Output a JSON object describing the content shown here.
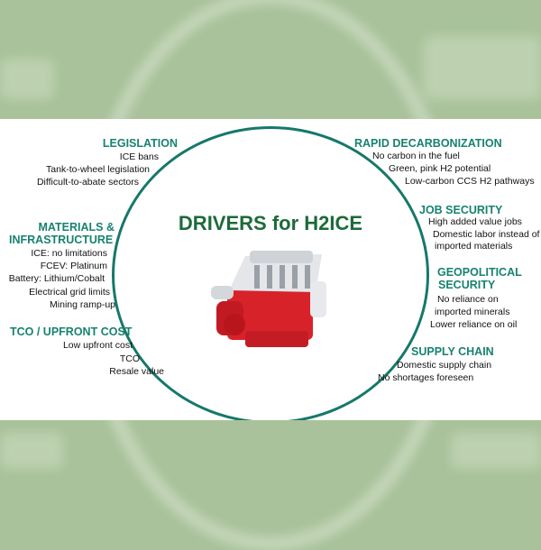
{
  "title": "DRIVERS for H2ICE",
  "colors": {
    "heading": "#17826f",
    "ring": "#16786a",
    "title": "#1d6a3a",
    "engine": "#d8222a"
  },
  "left": [
    {
      "heading": [
        "LEGISLATION"
      ],
      "items": [
        "ICE bans",
        "Tank-to-wheel legislation",
        "Difficult-to-abate sectors"
      ]
    },
    {
      "heading": [
        "MATERIALS &",
        "INFRASTRUCTURE"
      ],
      "items": [
        "ICE: no limitations",
        "FCEV: Platinum",
        "Battery: Lithium/Cobalt",
        "Electrical grid limits",
        "Mining ramp-up"
      ]
    },
    {
      "heading": [
        "TCO / UPFRONT COST"
      ],
      "items": [
        "Low upfront cost",
        "TCO",
        "Resale value"
      ]
    }
  ],
  "right": [
    {
      "heading": [
        "RAPID DECARBONIZATION"
      ],
      "items": [
        "No carbon in the fuel",
        "Green, pink H2 potential",
        "Low-carbon CCS H2 pathways"
      ]
    },
    {
      "heading": [
        "JOB SECURITY"
      ],
      "items": [
        "High added value jobs",
        "Domestic labor instead of",
        "imported materials"
      ]
    },
    {
      "heading": [
        "GEOPOLITICAL",
        "SECURITY"
      ],
      "items": [
        "No reliance on",
        "imported  minerals",
        "Lower reliance on oil"
      ]
    },
    {
      "heading": [
        "SUPPLY CHAIN"
      ],
      "items": [
        "Domestic supply chain",
        "No shortages foreseen"
      ]
    }
  ]
}
